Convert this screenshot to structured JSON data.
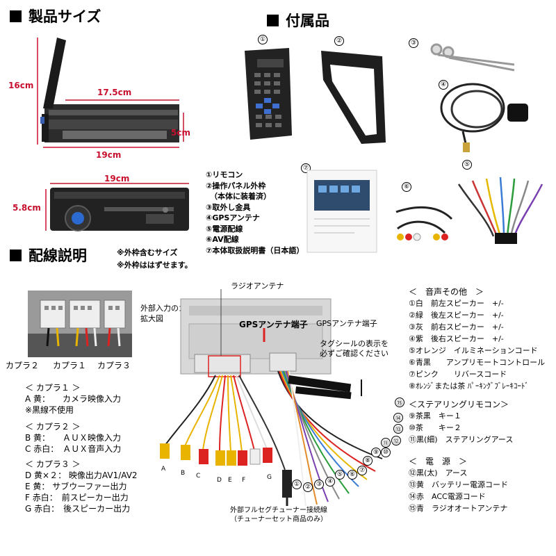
{
  "sections": {
    "size_title": "製品サイズ",
    "accessories_title": "付属品",
    "wiring_title": "配線説明"
  },
  "dimensions": {
    "height_antenna": "16cm",
    "depth": "17.5cm",
    "body_height": "5cm",
    "length": "19cm",
    "width_front": "19cm",
    "height_front": "5.8cm"
  },
  "size_notes": [
    "※外枠含むサイズ",
    "※外枠ははずせます。"
  ],
  "accessory_markers": [
    "①",
    "②",
    "③",
    "④",
    "⑦",
    "⑤",
    "⑥"
  ],
  "accessory_list": [
    "①リモコン",
    "②操作パネル外枠",
    "（本体に装着済）",
    "③取外し金具",
    "④GPSアンテナ",
    "⑤電源配線",
    "⑥AV配線",
    "⑦本体取扱説明書（日本語）"
  ],
  "wiring": {
    "radio_antenna": "ラジオアンテナ",
    "coupler_note": [
      "外部入力のカプラーの",
      "拡大図"
    ],
    "gps_label_big": "GPSアンテナ端子",
    "gps_label_small": "GPSアンテナ端子",
    "tag_note": [
      "タグシールの表示を",
      "必ずご確認ください"
    ],
    "coupler_labels": [
      "カプラ２",
      "カプラ１",
      "カプラ３"
    ],
    "plug_letters": [
      "A",
      "B",
      "C",
      "D",
      "E",
      "F",
      "G"
    ],
    "tuner_caption": [
      "外部フルセグチューナー接続線",
      "（チューナーセット商品のみ）"
    ],
    "right_markers": [
      "⑮",
      "⑭",
      "⑬",
      "⑫",
      "⑪",
      "⑩",
      "⑨",
      "⑧",
      "⑦",
      "⑥",
      "⑤",
      "④",
      "③",
      "②",
      "①"
    ]
  },
  "coupler1": {
    "title": "＜ カプラ１ ＞",
    "lines": [
      "A  黄：　　カメラ映像入力",
      "※黒線不使用"
    ]
  },
  "coupler2": {
    "title": "＜ カプラ２ ＞",
    "lines": [
      "B  黄：　　ＡＵＸ映像入力",
      "C  赤白：　ＡＵＸ音声入力"
    ]
  },
  "coupler3": {
    "title": "＜ カプラ３ ＞",
    "lines": [
      "D  黄×２：  映像出力AV1/AV2",
      "E  黄：  サブウーファー出力",
      "F  赤白：　前スピーカー出力",
      "G  赤白：　後スピーカー出力"
    ]
  },
  "audio": {
    "title": "＜　音声その他　＞",
    "lines": [
      "①白　前左スピーカー　+/-",
      "②緑　後左スピーカー　+/-",
      "③灰　前右スピーカー　+/-",
      "④紫　後右スピーカー　+/-",
      "⑤オレンジ　イルミネーションコード",
      "⑥青黒　　アンプリモートコントロール",
      "⑦ピンク　　リバースコード",
      "⑧ｵﾚﾝｼﾞまたは茶 ﾊﾟｰｷﾝｸﾞﾌﾞﾚｰｷｺｰﾄﾞ"
    ]
  },
  "steering": {
    "title": "＜ステアリングリモコン＞",
    "lines": [
      "⑨茶黒　キー１",
      "⑩茶　　キー２",
      "⑪黒(細)　ステアリングアース"
    ]
  },
  "power": {
    "title": "＜　電　源　＞",
    "lines": [
      "⑫黒(太)　アース",
      "⑬黄　バッテリー電源コード",
      "⑭赤　ACC電源コード",
      "⑮青　ラジオオートアンテナ"
    ]
  },
  "colors": {
    "dim_red": "#c8102e",
    "remote_blue": "#3f6fd1"
  }
}
